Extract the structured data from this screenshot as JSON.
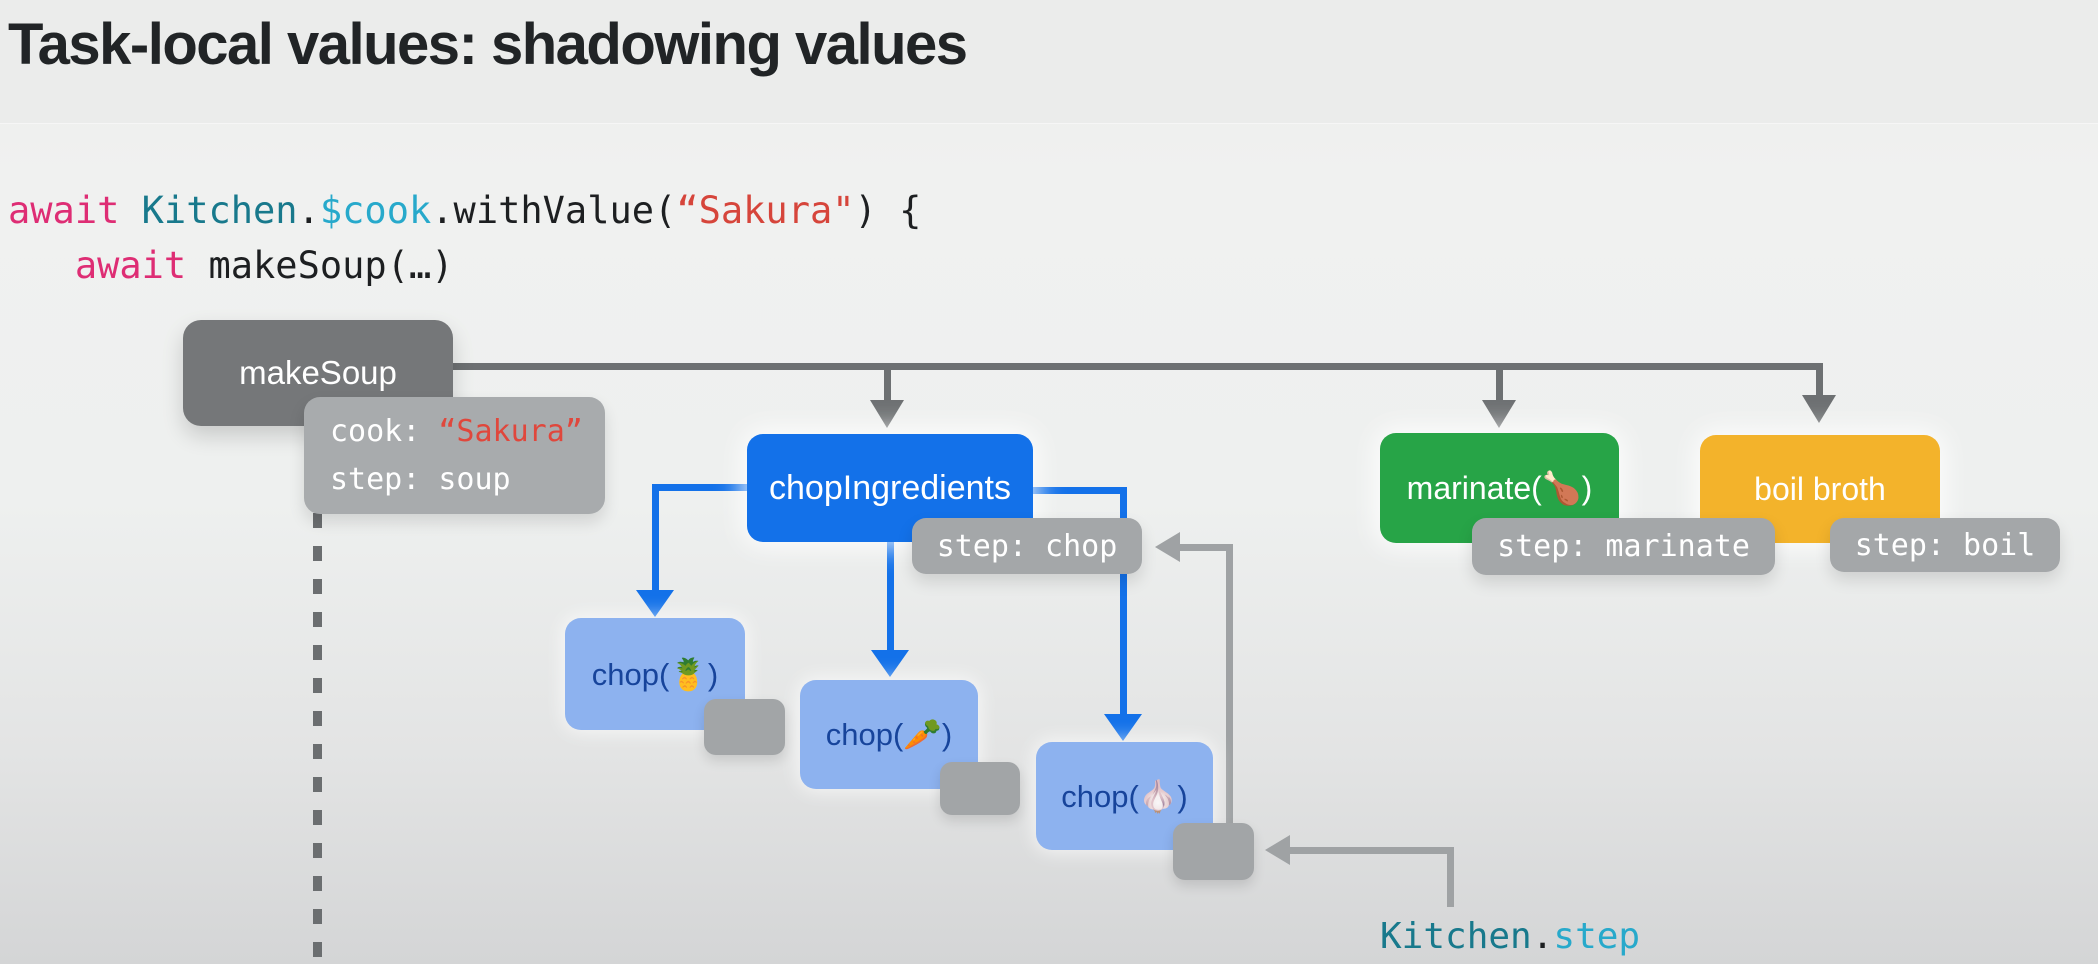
{
  "slide": {
    "title": "Task-local values: shadowing values"
  },
  "code": {
    "line1": [
      {
        "text": "await ",
        "color": "pink"
      },
      {
        "text": "Kitchen",
        "color": "teal"
      },
      {
        "text": ".",
        "color": "plain"
      },
      {
        "text": "$cook",
        "color": "cyan"
      },
      {
        "text": ".withValue(",
        "color": "plain"
      },
      {
        "text": "“Sakura\"",
        "color": "red"
      },
      {
        "text": ") {",
        "color": "plain"
      }
    ],
    "line2": [
      {
        "text": "   await ",
        "color": "pink"
      },
      {
        "text": "makeSoup(…)",
        "color": "plain"
      }
    ]
  },
  "nodes": {
    "make_soup": {
      "label": "makeSoup"
    },
    "chop_ingredients": {
      "label": "chopIngredients"
    },
    "chop_pineapple": {
      "label": "chop(🍍)"
    },
    "chop_carrot": {
      "label": "chop(🥕)"
    },
    "chop_garlic": {
      "label": "chop(🧄)"
    },
    "marinate": {
      "label": "marinate(🍗)"
    },
    "boil_broth": {
      "label": "boil broth"
    }
  },
  "tooltips": {
    "make_soup": {
      "cook_label": "cook: ",
      "cook_value": "“Sakura”",
      "step_label": "step: ",
      "step_value": "soup"
    },
    "chop": {
      "label": "step: chop"
    },
    "marinate": {
      "label": "step: marinate"
    },
    "boil": {
      "label": "step: boil"
    }
  },
  "annotation": {
    "tokens": [
      {
        "text": "Kitchen",
        "color": "teal"
      },
      {
        "text": ".",
        "color": "plain"
      },
      {
        "text": "step",
        "color": "cyan"
      }
    ]
  },
  "colors": {
    "task_blue": "#1371e9",
    "task_light_blue": "#8db2ef",
    "task_navy_text": "#17449b",
    "task_green": "#27a447",
    "task_yellow": "#f3b32b",
    "task_gray": "#757779",
    "tooltip_gray": "#a4a7a9",
    "record_gray": "#a2a5a7",
    "line_gray": "#6d7072",
    "light_line_gray": "#9fa2a4",
    "code_pink": "#de2d74",
    "code_teal": "#18798c",
    "code_cyan": "#27a9cb",
    "code_red": "#d6453b",
    "title_color": "#212426"
  }
}
